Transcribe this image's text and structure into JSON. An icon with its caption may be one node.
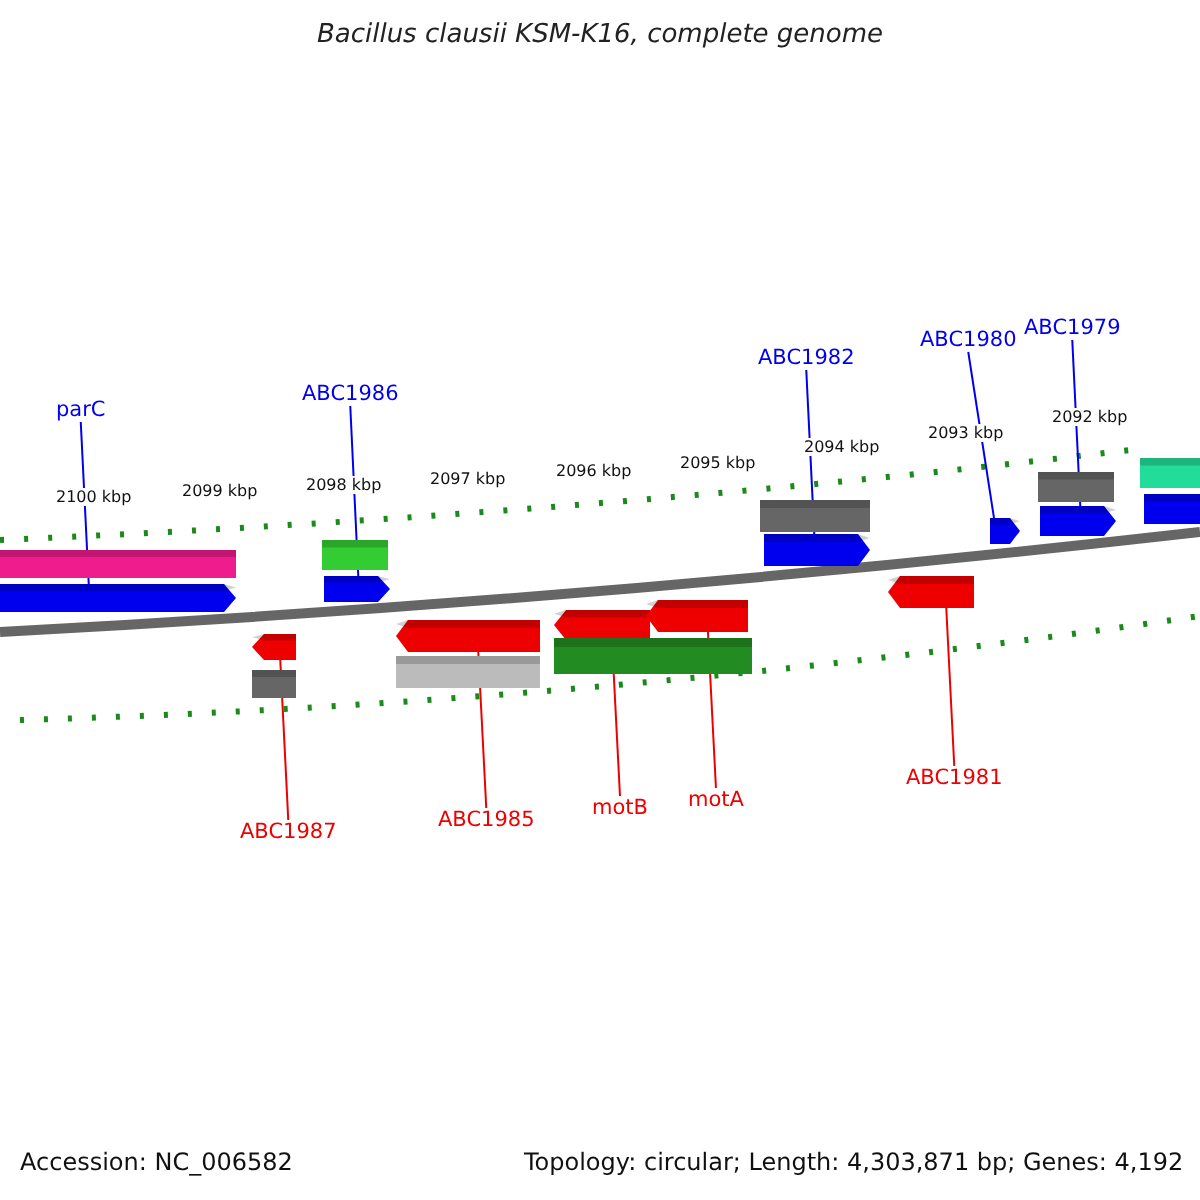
{
  "diagram": {
    "title": "Bacillus clausii KSM-K16, complete genome",
    "nodes": [
      {
        "text": [
          "parC"
        ]
      },
      {
        "text": [
          "ABC1986"
        ]
      },
      {
        "text": [
          "ABC1982"
        ]
      },
      {
        "text": [
          "ABC1980"
        ]
      },
      {
        "text": [
          "ABC1979"
        ]
      },
      {
        "text": [
          "ABC1987"
        ]
      },
      {
        "text": [
          "ABC1985"
        ]
      },
      {
        "text": [
          "motB"
        ]
      },
      {
        "text": [
          "motA"
        ]
      },
      {
        "text": [
          "ABC1981"
        ]
      },
      {
        "text": [],
        "shape": "bar"
      },
      {
        "text": [],
        "shape": "arrow"
      },
      {
        "text": [],
        "shape": "bar"
      },
      {
        "text": [],
        "shape": "arrow"
      },
      {
        "text": [],
        "shape": "arrow"
      },
      {
        "text": [],
        "shape": "bar"
      },
      {
        "text": [],
        "shape": "arrow"
      },
      {
        "text": [],
        "shape": "bar"
      },
      {
        "text": [],
        "shape": "arrow"
      },
      {
        "text": [],
        "shape": "bar"
      },
      {
        "text": [],
        "shape": "arrow"
      },
      {
        "text": [],
        "shape": "bar"
      },
      {
        "text": [],
        "shape": "arrow"
      },
      {
        "text": [],
        "shape": "arrow"
      },
      {
        "text": [],
        "shape": "arrow"
      },
      {
        "text": [],
        "shape": "bar"
      },
      {
        "text": [],
        "shape": "arrow"
      },
      {
        "text": [],
        "shape": "bar"
      },
      {
        "text": [],
        "shape": "bar"
      }
    ],
    "edges": [
      {
        "from": 0,
        "to": 11,
        "arrow": "none"
      },
      {
        "from": 1,
        "to": 13,
        "arrow": "none"
      },
      {
        "from": 2,
        "to": 22,
        "arrow": "none"
      },
      {
        "from": 3,
        "to": 24,
        "arrow": "none"
      },
      {
        "from": 4,
        "to": 26,
        "arrow": "none"
      },
      {
        "from": 5,
        "to": 14,
        "arrow": "none",
        "color": "#ee0000"
      },
      {
        "from": 6,
        "to": 16,
        "arrow": "none",
        "color": "#ee0000"
      },
      {
        "from": 7,
        "to": 18,
        "arrow": "none",
        "color": "#ee0000"
      },
      {
        "from": 8,
        "to": 20,
        "arrow": "none",
        "color": "#ee0000"
      },
      {
        "from": 9,
        "to": 23,
        "arrow": "none",
        "color": "#ee0000"
      }
    ],
    "labels": [
      "2100 kbp",
      "2099 kbp",
      "2098 kbp",
      "2097 kbp",
      "2096 kbp",
      "2095 kbp",
      "2094 kbp",
      "2093 kbp",
      "2092 kbp",
      "Accession: NC_006582",
      "Topology: circular; Length: 4,303,871 bp; Genes: 4,192"
    ]
  }
}
